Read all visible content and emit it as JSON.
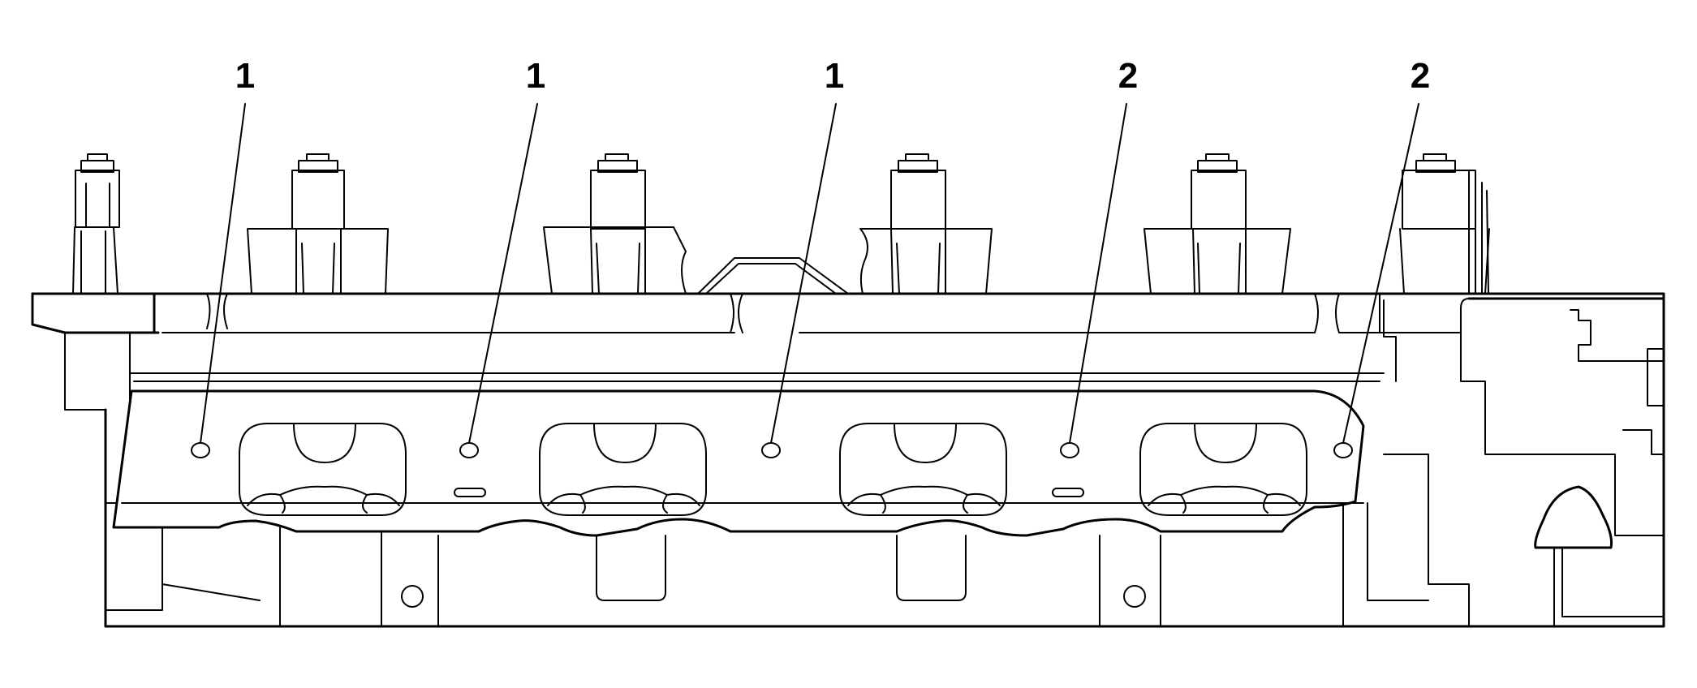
{
  "callouts": [
    {
      "id": "callout-1a",
      "label": "1"
    },
    {
      "id": "callout-1b",
      "label": "1"
    },
    {
      "id": "callout-1c",
      "label": "1"
    },
    {
      "id": "callout-2a",
      "label": "2"
    },
    {
      "id": "callout-2b",
      "label": "2"
    }
  ]
}
